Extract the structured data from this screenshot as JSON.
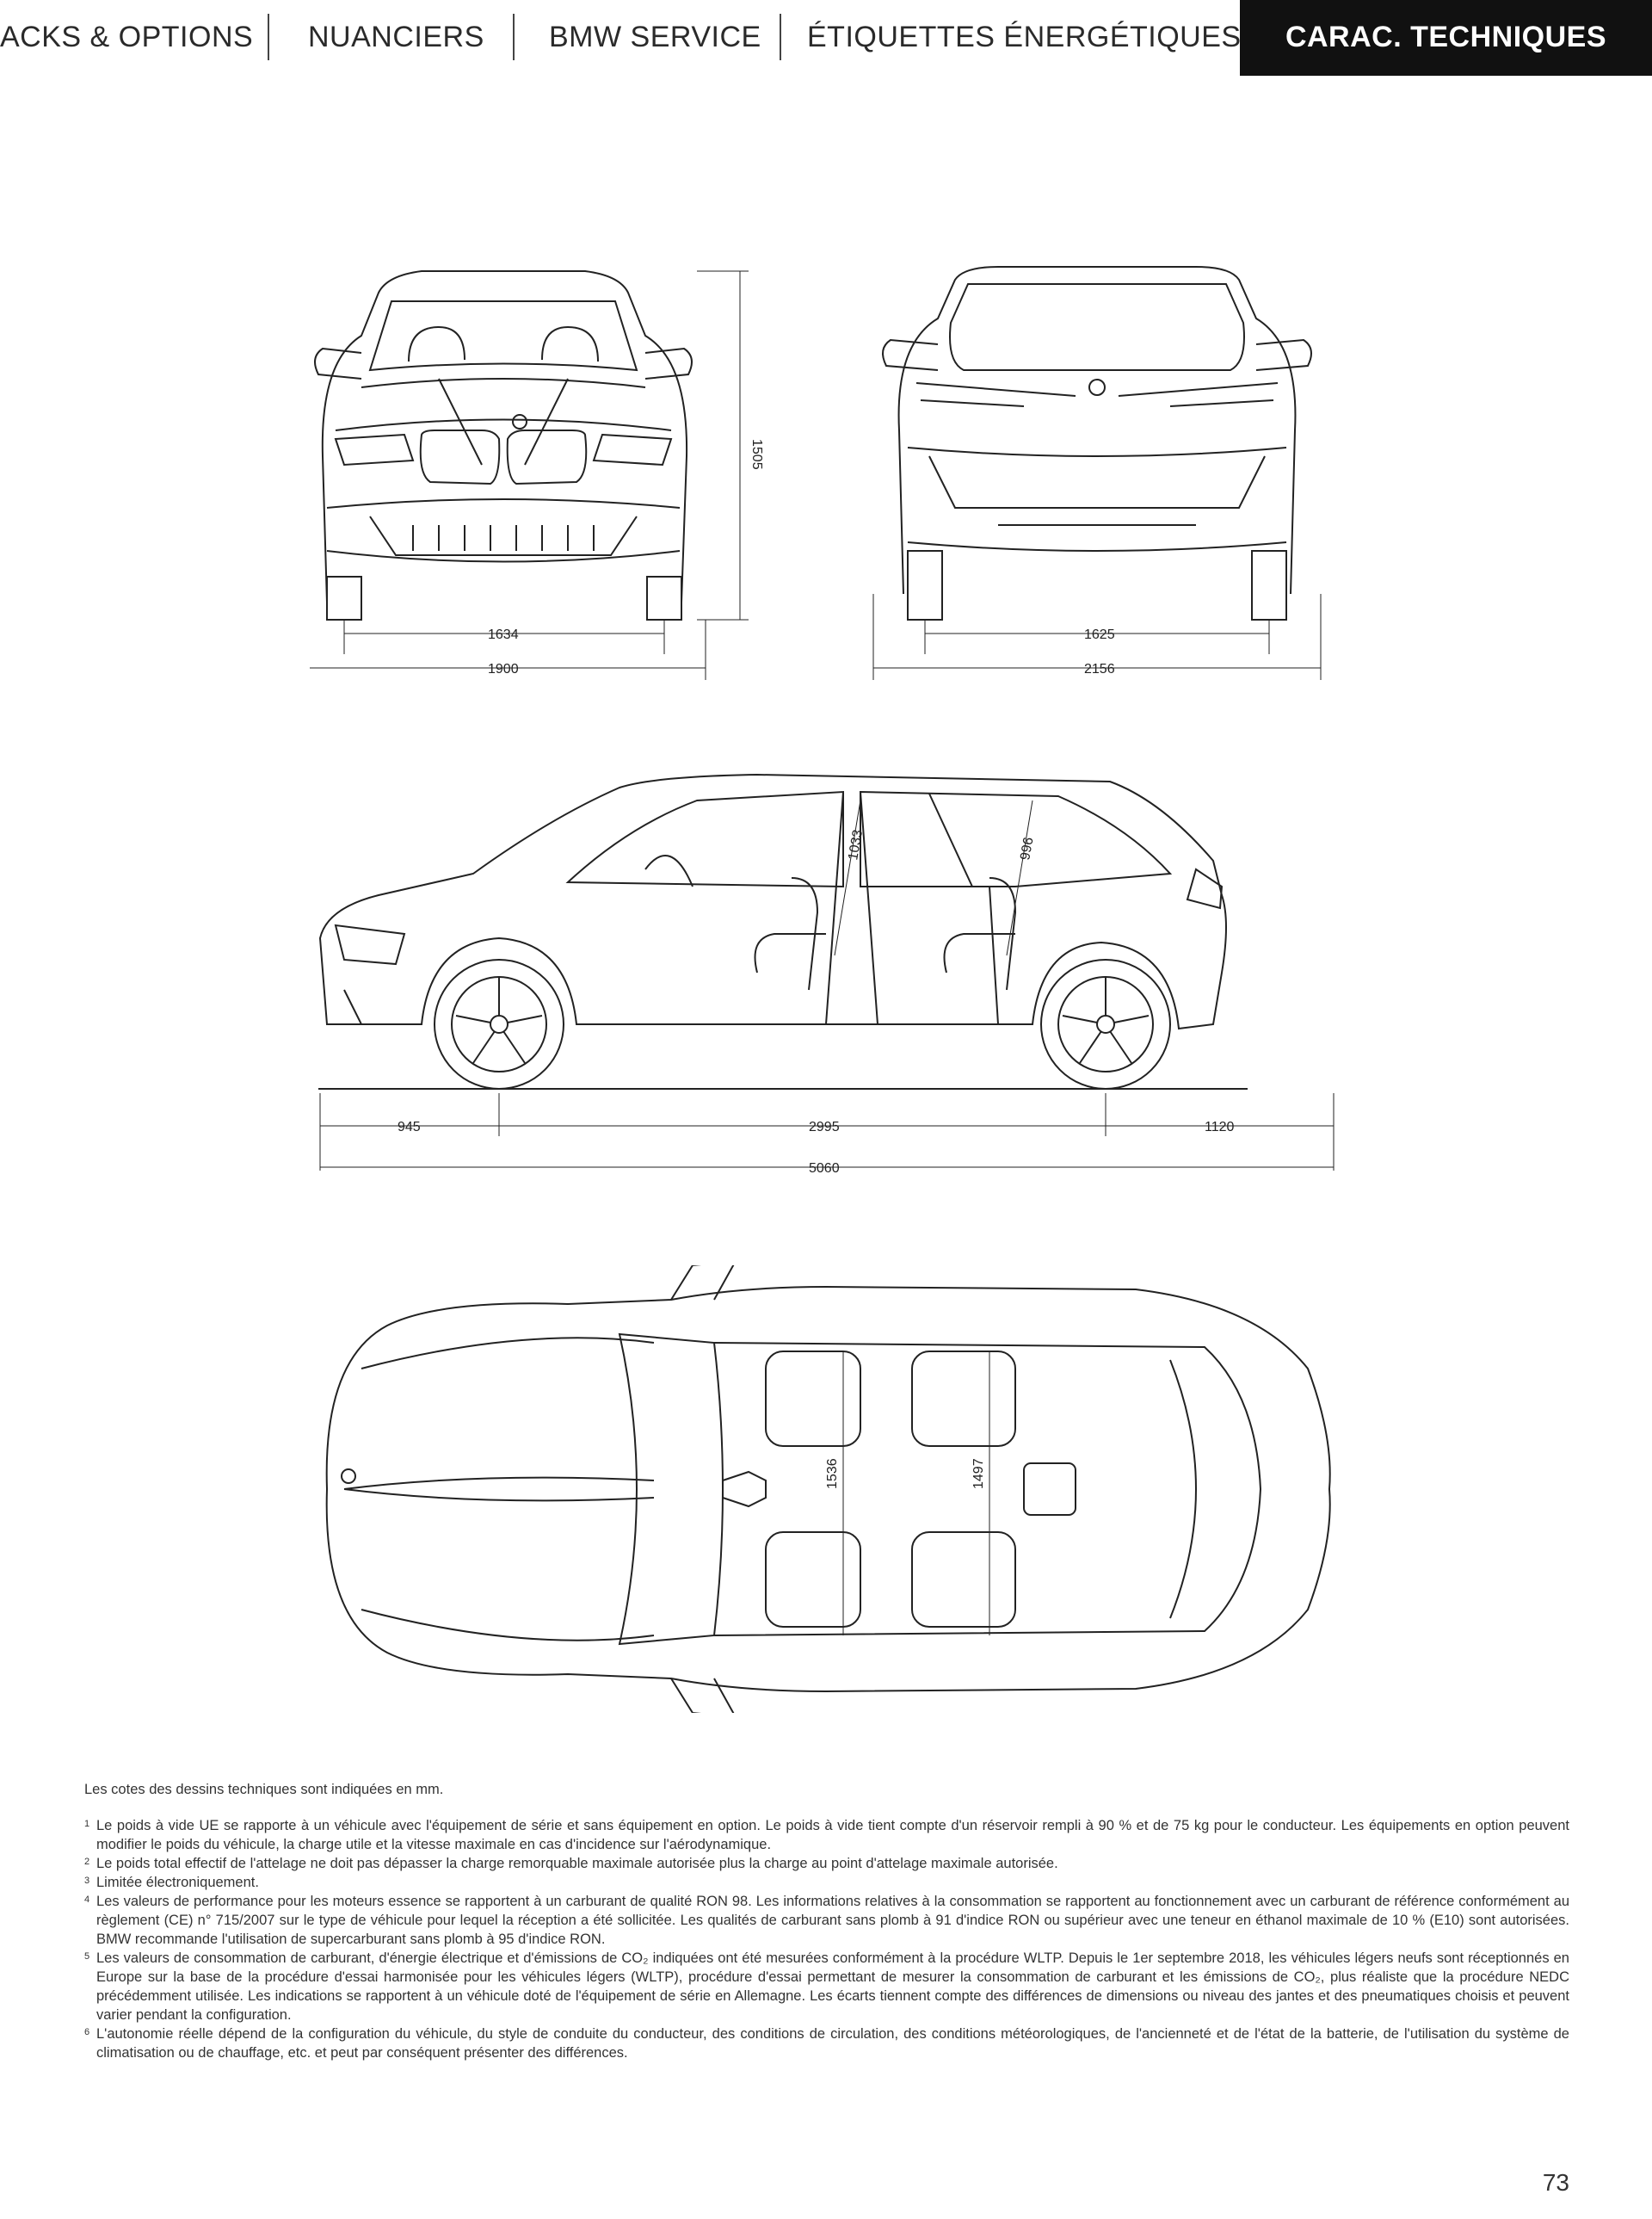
{
  "nav": {
    "tabs": [
      {
        "label": "ACKS & OPTIONS"
      },
      {
        "label": "NUANCIERS"
      },
      {
        "label": "BMW SERVICE"
      },
      {
        "label": "ÉTIQUETTES ÉNERGÉTIQUES"
      },
      {
        "label": "CARAC. TECHNIQUES",
        "active": true
      }
    ]
  },
  "front_view": {
    "height": "1505",
    "track": "1634",
    "width": "1900"
  },
  "rear_view": {
    "track": "1625",
    "width_mirrors": "2156"
  },
  "side_view": {
    "headroom_front": "1033",
    "headroom_rear": "996",
    "overhang_front": "945",
    "wheelbase": "2995",
    "overhang_rear": "1120",
    "length": "5060"
  },
  "top_view": {
    "shoulder_front": "1536",
    "shoulder_rear": "1497"
  },
  "footnotes": {
    "lead": "Les cotes des dessins techniques sont indiquées en mm.",
    "items": [
      {
        "mark": "1",
        "text": "Le poids à vide UE se rapporte à un véhicule avec l'équipement de série et sans équipement en option. Le poids à vide tient compte d'un réservoir rempli à 90 % et de 75 kg pour le conducteur. Les équipements en option peuvent modifier le poids du véhicule, la charge utile et la vitesse maximale en cas d'incidence sur l'aérodynamique."
      },
      {
        "mark": "2",
        "text": "Le poids total effectif de l'attelage ne doit pas dépasser la charge remorquable maximale autorisée plus la charge au point d'attelage maximale autorisée."
      },
      {
        "mark": "3",
        "text": "Limitée électroniquement."
      },
      {
        "mark": "4",
        "text": "Les valeurs de performance pour les moteurs essence se rapportent à un carburant de qualité RON 98. Les informations relatives à la consommation se rapportent au fonctionnement avec un carburant de référence conformément au règlement (CE) n° 715/2007 sur le type de véhicule pour lequel la réception a été sollicitée. Les qualités de carburant sans plomb à 91 d'indice RON ou supérieur avec une teneur en éthanol maximale de 10 % (E10) sont autorisées. BMW recommande l'utilisation de supercarburant sans plomb à 95 d'indice RON."
      },
      {
        "mark": "5",
        "text": "Les valeurs de consommation de carburant, d'énergie électrique et d'émissions de CO₂ indiquées ont été mesurées conformément à la procédure WLTP. Depuis le 1er septembre 2018, les véhicules légers neufs sont réceptionnés en Europe sur la base de la procédure d'essai harmonisée pour les véhicules légers (WLTP), procédure d'essai permettant de mesurer la consommation de carburant et les émissions de CO₂, plus réaliste que la procédure NEDC précédemment utilisée. Les indications se rapportent à un véhicule doté de l'équipement de série en Allemagne. Les écarts tiennent compte des différences de dimensions ou niveau des jantes et des pneumatiques choisis et peuvent varier pendant la configuration."
      },
      {
        "mark": "6",
        "text": "L'autonomie réelle dépend de la configuration du véhicule, du style de conduite du conducteur, des conditions de circulation, des conditions météorologiques, de l'ancienneté et de l'état de la batterie, de l'utilisation du système de climatisation ou de chauffage, etc. et peut par conséquent présenter des différences."
      }
    ]
  },
  "page": {
    "number": "73"
  }
}
